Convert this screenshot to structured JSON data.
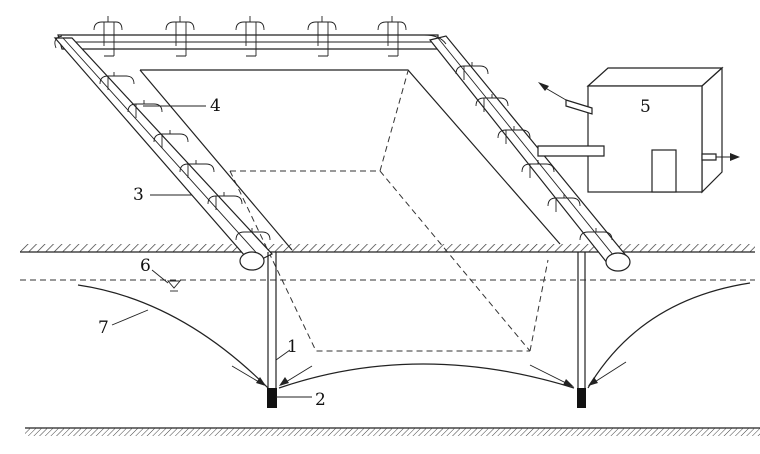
{
  "diagram": {
    "labels": {
      "riser": "1",
      "filter": "2",
      "header_pipe": "3",
      "wellpoint_connector": "4",
      "pump": "5",
      "water_table": "6",
      "drawdown_curve": "7"
    },
    "colors": {
      "line": "#222222",
      "background": "#ffffff"
    }
  }
}
